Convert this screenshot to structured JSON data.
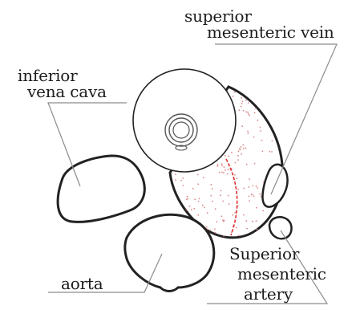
{
  "labels": {
    "smv_line1": "superior",
    "smv_line2": "mesenteric vein",
    "ivc_line1": "inferior",
    "ivc_line2": "vena cava",
    "aorta": "aorta",
    "sma_line1": "Superior",
    "sma_line2": "mesenteric",
    "sma_line3": "artery"
  },
  "colors": {
    "outline": "#222222",
    "leader": "#8c8c8c",
    "stipple": "#d98888",
    "boundary": "#e23030",
    "inner_circle": "#555555"
  }
}
